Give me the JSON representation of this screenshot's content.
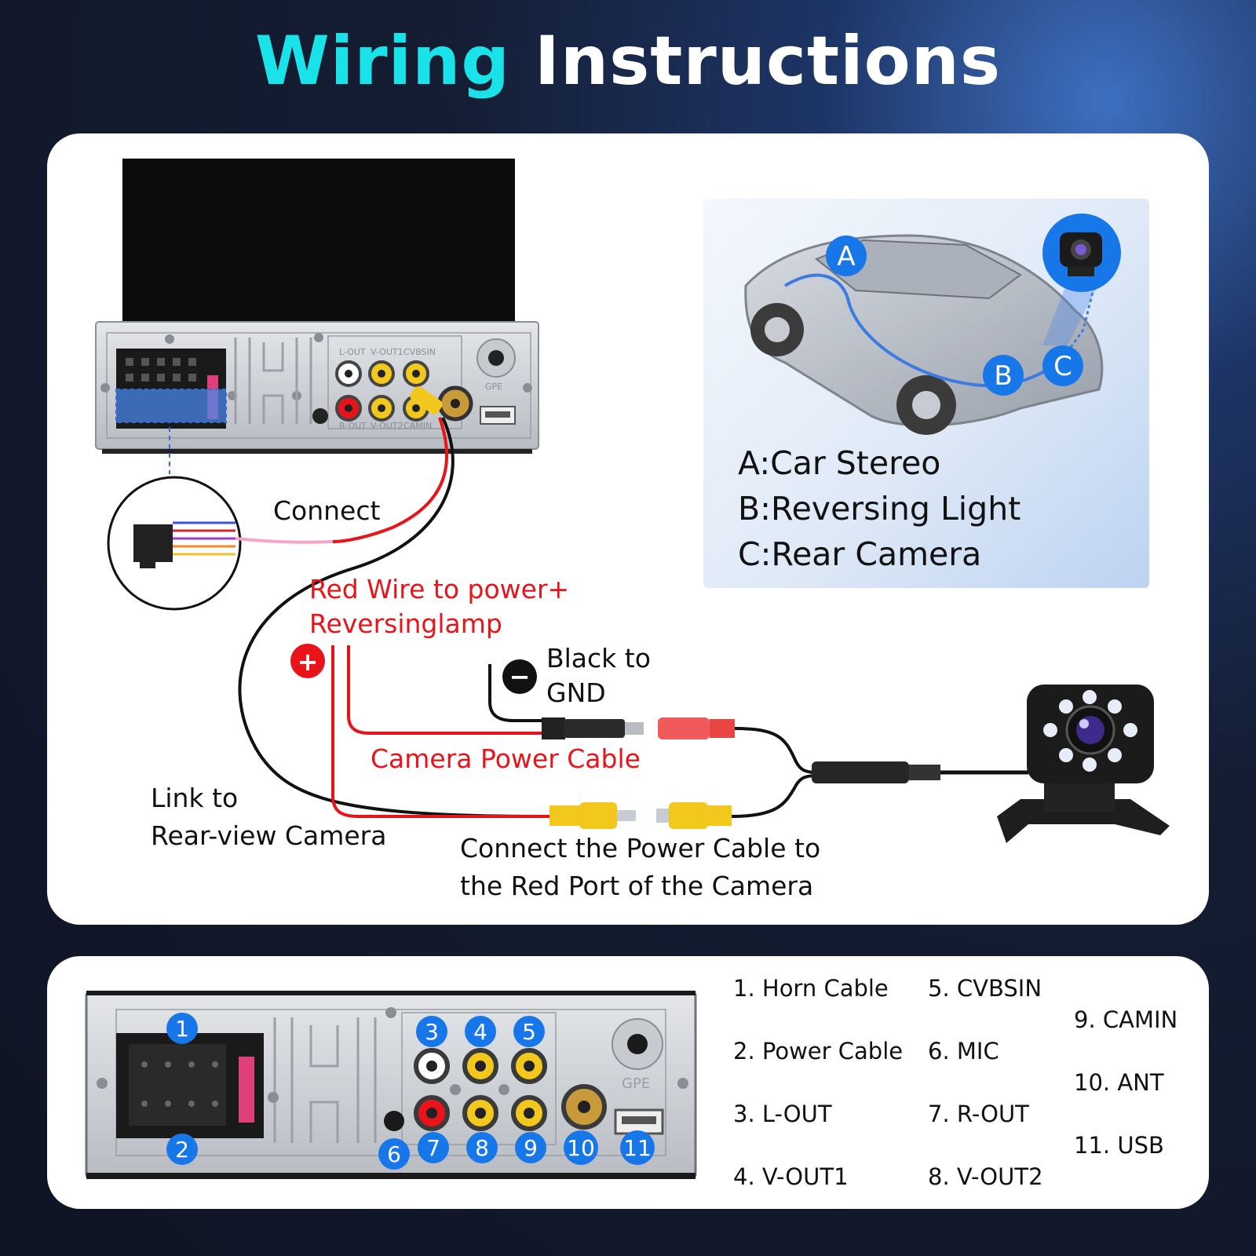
{
  "title": {
    "part1": "Wiring",
    "part2": "Instructions"
  },
  "top_panel": {
    "connect_label": "Connect",
    "red_wire_line1": "Red Wire to power+",
    "red_wire_line2": "Reversinglamp",
    "black_line1": "Black to",
    "black_line2": "GND",
    "camera_power_label": "Camera Power Cable",
    "link_line1": "Link to",
    "link_line2": "Rear-view Camera",
    "power_to_red_line1": "Connect the Power Cable to",
    "power_to_red_line2": "the Red Port of the Camera",
    "plus_symbol": "+",
    "minus_symbol": "−",
    "stereo_port_labels": [
      "L-OUT",
      "V-OUT1",
      "CVBSIN",
      "R-OUT",
      "V-OUT2",
      "CAMIN",
      "GPE"
    ]
  },
  "legend": {
    "markers": [
      "A",
      "B",
      "C"
    ],
    "lines": [
      "A:Car Stereo",
      "B:Reversing Light",
      "C:Rear Camera"
    ]
  },
  "bottom_panel": {
    "badges": [
      "1",
      "2",
      "3",
      "4",
      "5",
      "6",
      "7",
      "8",
      "9",
      "10",
      "11"
    ],
    "gpe_label": "GPE",
    "ports": [
      "1. Horn Cable",
      "2. Power Cable",
      "3. L-OUT",
      "4. V-OUT1",
      "5. CVBSIN",
      "6. MIC",
      "7. R-OUT",
      "8. V-OUT2",
      "9. CAMIN",
      "10. ANT",
      "11. USB"
    ]
  },
  "colors": {
    "title_accent": "#19e3e8",
    "badge_blue": "#1877e8",
    "wire_red": "#e8141a",
    "rca_yellow": "#f2c81c",
    "rca_red": "#f05a5a"
  }
}
